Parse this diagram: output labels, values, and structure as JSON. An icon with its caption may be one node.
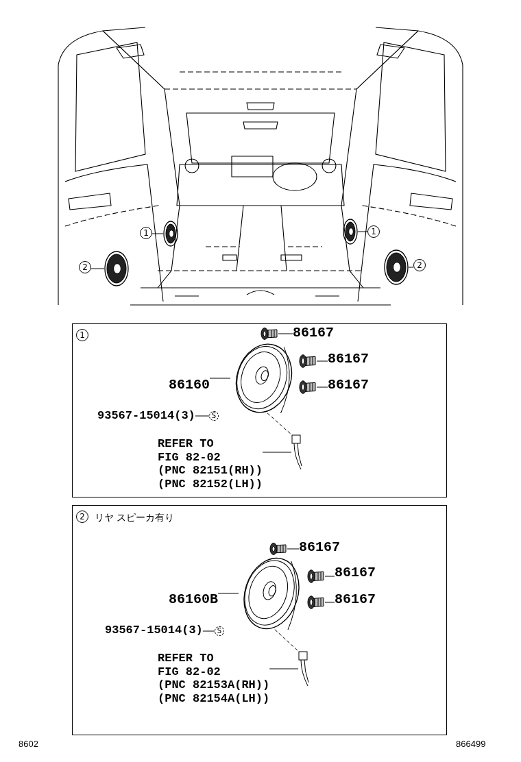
{
  "diagram": {
    "nodes": [
      {
        "text": [
          "1"
        ]
      },
      {
        "text": [],
        "shape": "picture"
      },
      {
        "text": [
          "1"
        ]
      },
      {
        "text": [],
        "shape": "picture"
      },
      {
        "text": [
          "2"
        ]
      },
      {
        "text": [],
        "shape": "picture"
      },
      {
        "text": [
          "2"
        ]
      },
      {
        "text": [],
        "shape": "picture"
      },
      {
        "text": [],
        "shape": "box"
      },
      {
        "text": [],
        "shape": "picture",
        "in": 8
      },
      {
        "text": [
          "86167"
        ],
        "in": 8
      },
      {
        "text": [],
        "shape": "picture",
        "in": 8
      },
      {
        "text": [
          "86167"
        ],
        "in": 8
      },
      {
        "text": [],
        "shape": "picture",
        "in": 8
      },
      {
        "text": [
          "86167"
        ],
        "in": 8
      },
      {
        "text": [],
        "shape": "picture",
        "in": 8
      },
      {
        "text": [
          "86160"
        ],
        "in": 8
      },
      {
        "text": [
          "S"
        ],
        "in": 8
      },
      {
        "text": [
          "93567-15014(3)"
        ],
        "in": 8
      },
      {
        "text": [],
        "shape": "picture",
        "in": 8
      },
      {
        "text": [
          "REFER TO FIG 82-02 (PNC 82151(RH)) (PNC 82152(LH))"
        ],
        "in": 8
      },
      {
        "text": [
          "リヤ スピーカ有り"
        ]
      },
      {
        "text": [],
        "shape": "picture",
        "in": 21
      },
      {
        "text": [
          "86167"
        ],
        "in": 21
      },
      {
        "text": [],
        "shape": "picture",
        "in": 21
      },
      {
        "text": [
          "86167"
        ],
        "in": 21
      },
      {
        "text": [],
        "shape": "picture",
        "in": 21
      },
      {
        "text": [
          "86167"
        ],
        "in": 21
      },
      {
        "text": [],
        "shape": "picture",
        "in": 21
      },
      {
        "text": [
          "86160B"
        ],
        "in": 21
      },
      {
        "text": [
          "S"
        ],
        "in": 21
      },
      {
        "text": [
          "93567-15014(3)"
        ],
        "in": 21
      },
      {
        "text": [],
        "shape": "picture",
        "in": 21
      },
      {
        "text": [
          "REFER TO FIG 82-02 (PNC 82153A(RH)) (PNC 82154A(LH))"
        ],
        "in": 21
      },
      {
        "text": [
          "1"
        ],
        "in": 8
      },
      {
        "text": [
          "2"
        ],
        "in": 21
      }
    ],
    "edges": [
      {
        "from": 0,
        "to": 1,
        "arrow": "none"
      },
      {
        "from": 2,
        "to": 3,
        "arrow": "none"
      },
      {
        "from": 4,
        "to": 5,
        "arrow": "none"
      },
      {
        "from": 6,
        "to": 7,
        "arrow": "none"
      },
      {
        "from": 10,
        "to": 9,
        "arrow": "none"
      },
      {
        "from": 12,
        "to": 11,
        "arrow": "none"
      },
      {
        "from": 14,
        "to": 13,
        "arrow": "none"
      },
      {
        "from": 16,
        "to": 15,
        "arrow": "none"
      },
      {
        "from": 18,
        "to": 17,
        "arrow": "none"
      },
      {
        "from": 20,
        "to": 19,
        "arrow": "none"
      },
      {
        "from": 15,
        "to": 19,
        "arrow": "none",
        "style": "dashed"
      },
      {
        "from": 23,
        "to": 22,
        "arrow": "none"
      },
      {
        "from": 25,
        "to": 24,
        "arrow": "none"
      },
      {
        "from": 27,
        "to": 26,
        "arrow": "none"
      },
      {
        "from": 29,
        "to": 28,
        "arrow": "none"
      },
      {
        "from": 31,
        "to": 30,
        "arrow": "none"
      },
      {
        "from": 33,
        "to": 32,
        "arrow": "none"
      },
      {
        "from": 28,
        "to": 32,
        "arrow": "none",
        "style": "dashed"
      }
    ],
    "labels": [
      "8602",
      "866499"
    ]
  }
}
